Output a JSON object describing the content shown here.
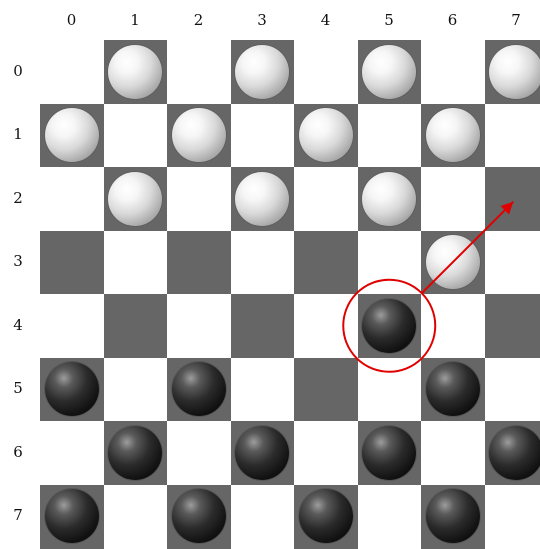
{
  "board": {
    "column_labels": [
      "0",
      "1",
      "2",
      "3",
      "4",
      "5",
      "6",
      "7"
    ],
    "row_labels": [
      "0",
      "1",
      "2",
      "3",
      "4",
      "5",
      "6",
      "7"
    ],
    "squares": [
      [
        "light",
        "dark",
        "light",
        "dark",
        "light",
        "dark",
        "light",
        "dark"
      ],
      [
        "dark",
        "light",
        "dark",
        "light",
        "dark",
        "light",
        "dark",
        "light"
      ],
      [
        "light",
        "dark",
        "light",
        "dark",
        "light",
        "dark",
        "light",
        "dark"
      ],
      [
        "dark",
        "light",
        "dark",
        "light",
        "dark",
        "light",
        "dark",
        "light"
      ],
      [
        "light",
        "dark",
        "light",
        "dark",
        "light",
        "dark",
        "light",
        "dark"
      ],
      [
        "dark",
        "light",
        "dark",
        "light",
        "dark",
        "light",
        "dark",
        "light"
      ],
      [
        "light",
        "dark",
        "light",
        "dark",
        "light",
        "dark",
        "light",
        "dark"
      ],
      [
        "dark",
        "light",
        "dark",
        "light",
        "dark",
        "light",
        "dark",
        "light"
      ]
    ],
    "pieces": [
      {
        "row": 0,
        "col": 1,
        "color": "white"
      },
      {
        "row": 0,
        "col": 3,
        "color": "white"
      },
      {
        "row": 0,
        "col": 5,
        "color": "white"
      },
      {
        "row": 0,
        "col": 7,
        "color": "white"
      },
      {
        "row": 1,
        "col": 0,
        "color": "white"
      },
      {
        "row": 1,
        "col": 2,
        "color": "white"
      },
      {
        "row": 1,
        "col": 4,
        "color": "white"
      },
      {
        "row": 1,
        "col": 6,
        "color": "white"
      },
      {
        "row": 2,
        "col": 1,
        "color": "white"
      },
      {
        "row": 2,
        "col": 3,
        "color": "white"
      },
      {
        "row": 2,
        "col": 5,
        "color": "white"
      },
      {
        "row": 3,
        "col": 6,
        "color": "white"
      },
      {
        "row": 4,
        "col": 5,
        "color": "black"
      },
      {
        "row": 5,
        "col": 0,
        "color": "black"
      },
      {
        "row": 5,
        "col": 2,
        "color": "black"
      },
      {
        "row": 5,
        "col": 6,
        "color": "black"
      },
      {
        "row": 6,
        "col": 1,
        "color": "black"
      },
      {
        "row": 6,
        "col": 3,
        "color": "black"
      },
      {
        "row": 6,
        "col": 5,
        "color": "black"
      },
      {
        "row": 6,
        "col": 7,
        "color": "black"
      },
      {
        "row": 7,
        "col": 0,
        "color": "black"
      },
      {
        "row": 7,
        "col": 2,
        "color": "black"
      },
      {
        "row": 7,
        "col": 4,
        "color": "black"
      },
      {
        "row": 7,
        "col": 6,
        "color": "black"
      }
    ],
    "highlight": {
      "row": 4,
      "col": 5,
      "color": "#e00000"
    },
    "move_arrow": {
      "from": {
        "row": 4,
        "col": 5
      },
      "to": {
        "row": 2,
        "col": 7
      },
      "color": "#e00000"
    },
    "colors": {
      "dark_square": "#666666",
      "light_square": "#ffffff",
      "annotation": "#e00000"
    }
  }
}
